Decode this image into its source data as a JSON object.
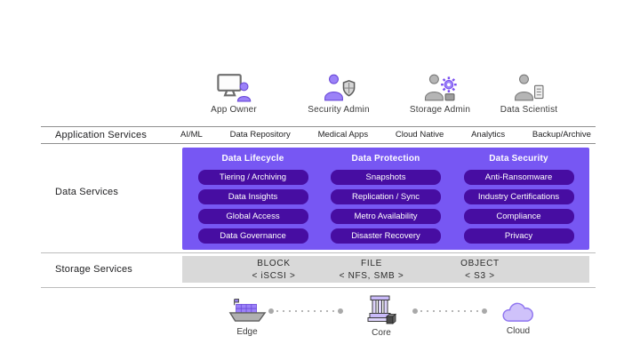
{
  "personas": [
    {
      "label": "App Owner",
      "icon": "app-owner-icon"
    },
    {
      "label": "Security Admin",
      "icon": "security-admin-icon"
    },
    {
      "label": "Storage Admin",
      "icon": "storage-admin-icon"
    },
    {
      "label": "Data Scientist",
      "icon": "data-scientist-icon"
    }
  ],
  "application_services": {
    "label": "Application Services",
    "items": [
      "AI/ML",
      "Data Repository",
      "Medical Apps",
      "Cloud Native",
      "Analytics",
      "Backup/Archive"
    ]
  },
  "data_services": {
    "label": "Data Services",
    "columns": [
      {
        "title": "Data Lifecycle",
        "items": [
          "Tiering / Archiving",
          "Data Insights",
          "Global Access",
          "Data Governance"
        ]
      },
      {
        "title": "Data Protection",
        "items": [
          "Snapshots",
          "Replication / Sync",
          "Metro Availability",
          "Disaster Recovery"
        ]
      },
      {
        "title": "Data Security",
        "items": [
          "Anti-Ransomware",
          "Industry Certifications",
          "Compliance",
          "Privacy"
        ]
      }
    ]
  },
  "storage_services": {
    "label": "Storage Services",
    "tiers": [
      {
        "name": "BLOCK",
        "protocol": "< iSCSI >"
      },
      {
        "name": "FILE",
        "protocol": "< NFS, SMB >"
      },
      {
        "name": "OBJECT",
        "protocol": "< S3 >"
      }
    ]
  },
  "deployment": {
    "locations": [
      {
        "label": "Edge",
        "icon": "ship-icon"
      },
      {
        "label": "Core",
        "icon": "building-icon"
      },
      {
        "label": "Cloud",
        "icon": "cloud-icon"
      }
    ]
  },
  "colors": {
    "panel_purple": "#7757f3",
    "pill_purple": "#470da2",
    "storage_grey": "#d9d9d9",
    "line_grey": "#8f8f8f",
    "line_light_grey": "#bcbcbc",
    "text_dark": "#1d1d1f",
    "icon_grey": "#b5b5b5",
    "icon_purple": "#9b82f8",
    "icon_lavender": "#cfc2fa"
  }
}
